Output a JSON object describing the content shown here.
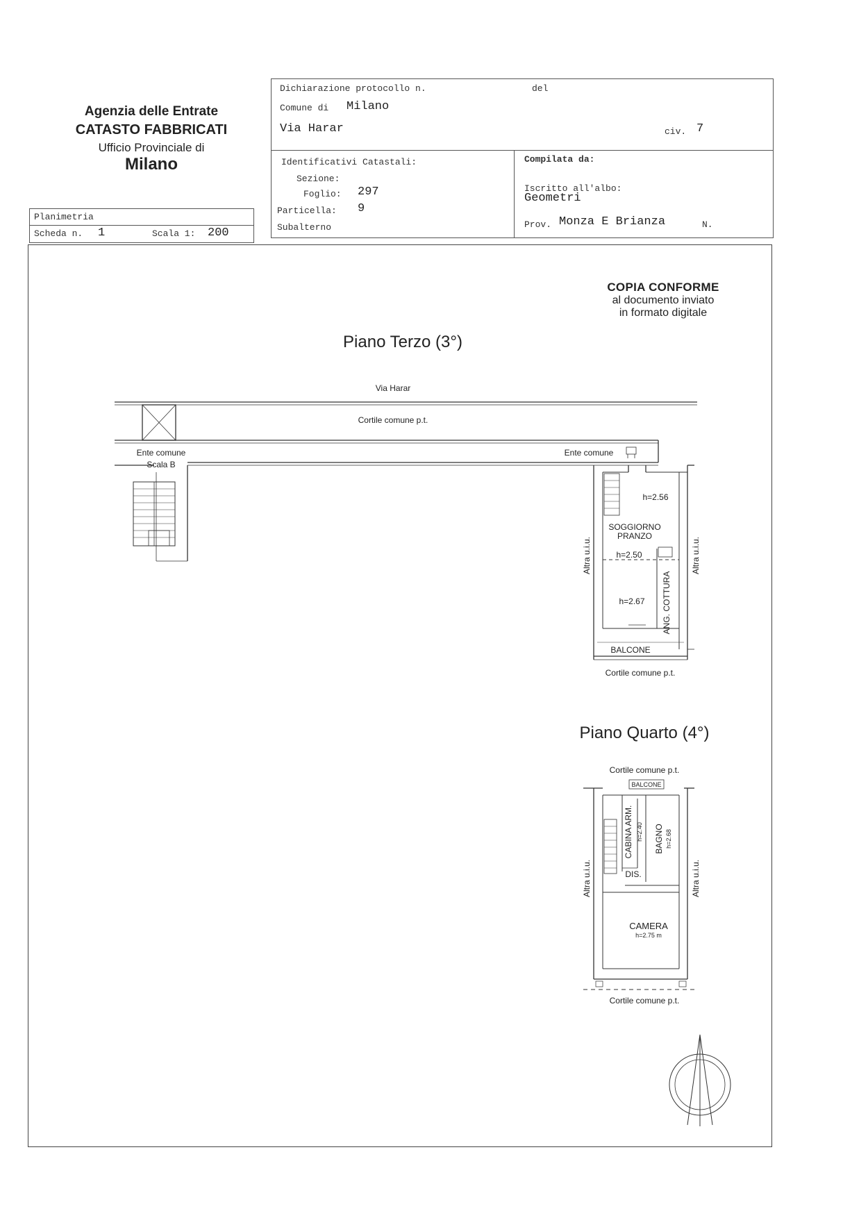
{
  "agency": {
    "line1": "Agenzia delle Entrate",
    "line2": "CATASTO FABBRICATI",
    "line3": "Ufficio Provinciale di",
    "city": "Milano"
  },
  "planimetria": {
    "title": "Planimetria",
    "scheda_label": "Scheda n.",
    "scheda_value": "1",
    "scala_label": "Scala 1:",
    "scala_value": "200"
  },
  "declaration": {
    "protocol_label": "Dichiarazione protocollo n.",
    "del_label": "del",
    "comune_label": "Comune di",
    "comune_value": "Milano",
    "street": "Via Harar",
    "civ_label": "civ.",
    "civ_value": "7"
  },
  "identifiers": {
    "title": "Identificativi Catastali:",
    "sezione_label": "Sezione:",
    "foglio_label": "Foglio:",
    "foglio_value": "297",
    "particella_label": "Particella:",
    "particella_value": "9",
    "subalterno_label": "Subalterno"
  },
  "compiler": {
    "title": "Compilata da:",
    "albo_label": "Iscritto all'albo:",
    "albo_value": "Geometri",
    "prov_label": "Prov.",
    "prov_value": "Monza E Brianza",
    "n_label": "N."
  },
  "stamp": {
    "line1": "COPIA CONFORME",
    "line2": "al documento inviato",
    "line3": "in formato digitale"
  },
  "plan3": {
    "title": "Piano Terzo (3°)",
    "street": "Via Harar",
    "courtyard_top": "Cortile comune p.t.",
    "ente_left": "Ente comune",
    "scala_b": "Scala B",
    "ente_right": "Ente comune",
    "h1": "h=2.56",
    "room1a": "SOGGIORNO",
    "room1b": "PRANZO",
    "h2": "h=2.50",
    "h3": "h=2.67",
    "kitchen": "ANG. COTTURA",
    "balcony": "BALCONE",
    "other_left": "Altra u.i.u.",
    "other_right": "Altra u.i.u.",
    "courtyard_bottom": "Cortile comune p.t."
  },
  "plan4": {
    "title": "Piano Quarto (4°)",
    "courtyard_top": "Cortile comune p.t.",
    "balcony": "BALCONE",
    "cabina": "CABINA ARM.",
    "cabina_h": "h=2.40",
    "bagno": "BAGNO",
    "bagno_h": "h=2.68",
    "dis": "DIS.",
    "camera": "CAMERA",
    "camera_h": "h=2.75 m",
    "other_left": "Altra u.i.u.",
    "other_right": "Altra u.i.u.",
    "courtyard_bottom": "Cortile comune p.t."
  }
}
